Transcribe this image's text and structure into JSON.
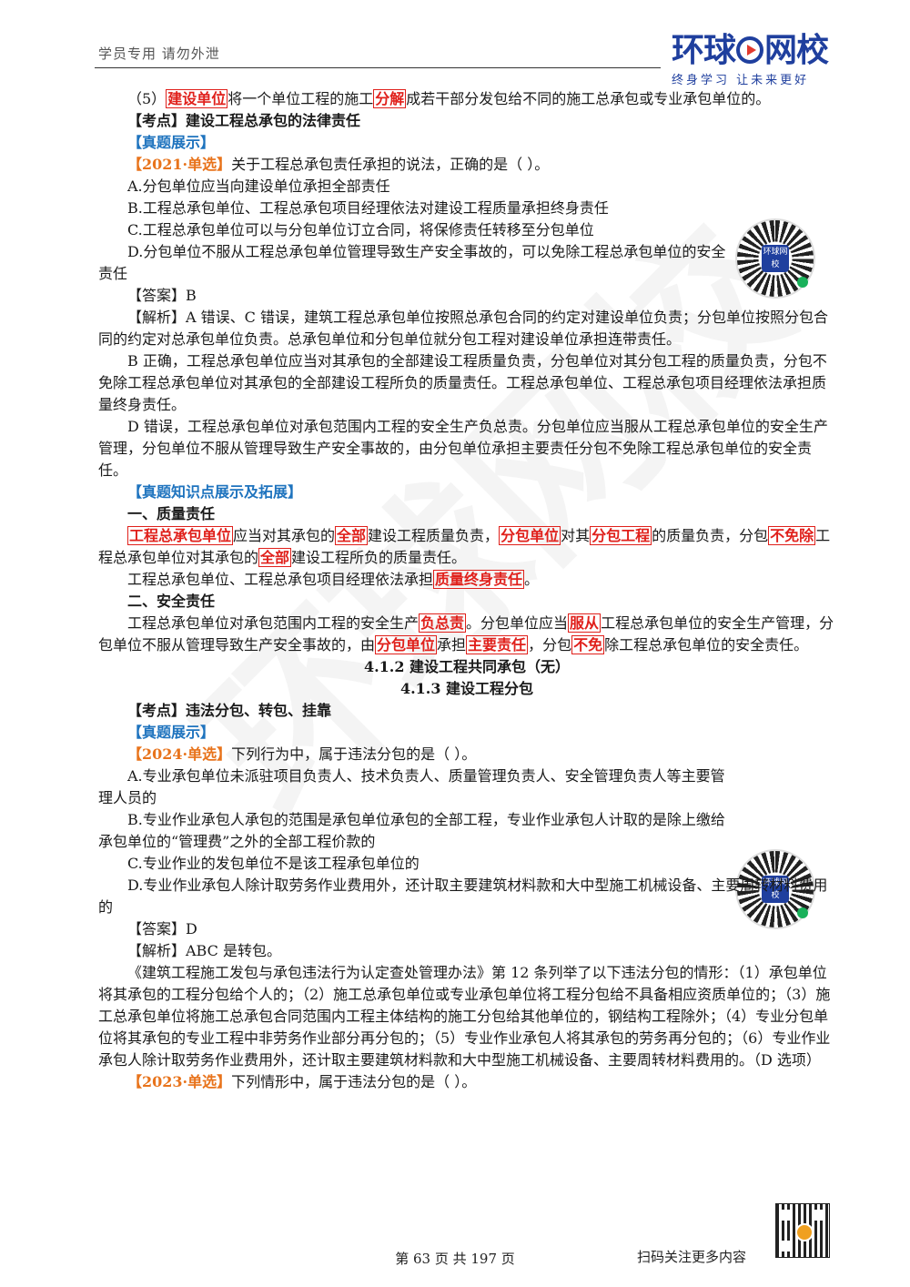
{
  "header": {
    "left_text": "学员专用 请勿外泄",
    "logo_text_a": "环球",
    "logo_text_b": "网校",
    "slogan": "终身学习 让未来更好"
  },
  "watermark": "环球网校",
  "intro": {
    "prefix": "（5）",
    "hl1": "建设单位",
    "mid": "将一个单位工程的施工",
    "hl2": "分解",
    "suffix": "成若干部分发包给不同的施工总承包或专业承包单位的。"
  },
  "section1": {
    "kaodian": "【考点】建设工程总承包的法律责任",
    "zhenti": "【真题展示】",
    "tag": "【2021·单选】",
    "question": "关于工程总承包责任承担的说法，正确的是（   ）。",
    "options": [
      "A.分包单位应当向建设单位承担全部责任",
      "B.工程总承包单位、工程总承包项目经理依法对建设工程质量承担终身责任",
      "C.工程总承包单位可以与分包单位订立合同，将保修责任转移至分包单位",
      "D.分包单位不服从工程总承包单位管理导致生产安全事故的，可以免除工程总承包单位的安全责任"
    ],
    "answer": "【答案】B",
    "analysis": [
      "【解析】A 错误、C 错误，建筑工程总承包单位按照总承包合同的约定对建设单位负责；分包单位按照分包合同的约定对总承包单位负责。总承包单位和分包单位就分包工程对建设单位承担连带责任。",
      "B 正确，工程总承包单位应当对其承包的全部建设工程质量负责，分包单位对其分包工程的质量负责，分包不免除工程总承包单位对其承包的全部建设工程所负的质量责任。工程总承包单位、工程总承包项目经理依法承担质量终身责任。",
      "D 错误，工程总承包单位对承包范围内工程的安全生产负总责。分包单位应当服从工程总承包单位的安全生产管理，分包单位不服从管理导致生产安全事故的，由分包单位承担主要责任分包不免除工程总承包单位的安全责任。"
    ],
    "tuozhan": "【真题知识点展示及拓展】",
    "quality": {
      "title": "一、质量责任",
      "p1": [
        "工程总承包单位",
        "应当对其承包的",
        "全部",
        "建设工程质量负责，",
        "分包单位",
        "对其",
        "分包工程",
        "的质量负责，分包",
        "不免除",
        "工程总承包单位对其承包的",
        "全部",
        "建设工程所负的质量责任。"
      ],
      "p2": [
        "工程总承包单位、工程总承包项目经理依法承担",
        "质量终身责任",
        "。"
      ]
    },
    "safety": {
      "title": "二、安全责任",
      "p1": [
        "工程总承包单位对承包范围内工程的安全生产",
        "负总责",
        "。分包单位应当",
        "服从",
        "工程总承包单位的安全生产管理，分包单位不服从管理导致生产安全事故的，由",
        "分包单位",
        "承担",
        "主要责任",
        "，分包",
        "不免",
        "除工程总承包单位的安全责任。"
      ]
    }
  },
  "headings": {
    "h412": "4.1.2 建设工程共同承包（无）",
    "h413": "4.1.3 建设工程分包"
  },
  "section2": {
    "kaodian": "【考点】违法分包、转包、挂靠",
    "zhenti": "【真题展示】",
    "tag": "【2024·单选】",
    "question": "下列行为中，属于违法分包的是（     ）。",
    "options": [
      "A.专业承包单位未派驻项目负责人、技术负责人、质量管理负责人、安全管理负责人等主要管理人员的",
      "B.专业作业承包人承包的范围是承包单位承包的全部工程，专业作业承包人计取的是除上缴给承包单位的“管理费”之外的全部工程价款的",
      "C.专业作业的发包单位不是该工程承包单位的",
      "D.专业作业承包人除计取劳务作业费用外，还计取主要建筑材料款和大中型施工机械设备、主要周转材料费用的"
    ],
    "answer": "【答案】D",
    "analysis": "【解析】ABC 是转包。",
    "law": "《建筑工程施工发包与承包违法行为认定查处管理办法》第 12 条列举了以下违法分包的情形：（1）承包单位将其承包的工程分包给个人的；（2）施工总承包单位或专业承包单位将工程分包给不具备相应资质单位的；（3）施工总承包单位将施工总承包合同范围内工程主体结构的施工分包给其他单位的，钢结构工程除外；（4）专业分包单位将其承包的专业工程中非劳务作业部分再分包的；（5）专业作业承包人将其承包的劳务再分包的；（6）专业作业承包人除计取劳务作业费用外，还计取主要建筑材料款和大中型施工机械设备、主要周转材料费用的。（D 选项）",
    "tag2": "【2023·单选】",
    "question2": "下列情形中，属于违法分包的是（   ）。"
  },
  "qr_badge": "环球网校",
  "footer": {
    "scan_text": "扫码关注更多内容",
    "page": "第 63 页 共 197 页"
  }
}
